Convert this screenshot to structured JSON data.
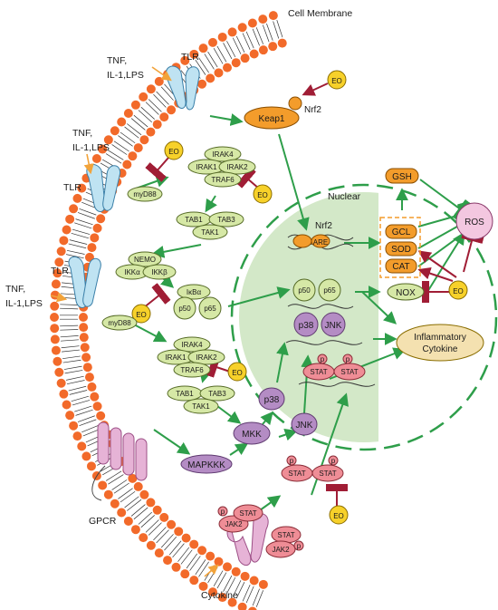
{
  "labels": {
    "cell_membrane": "Cell Membrane",
    "nuclear": "Nuclear",
    "gpcr": "GPCR",
    "cytokine_bottom": "Cytokine",
    "ligand_tnf": "TNF,",
    "ligand_il": "IL-1,LPS",
    "tlr": "TLR",
    "myd88": "myD88",
    "eo": "EO",
    "keap1": "Keap1",
    "nrf2": "Nrf2",
    "are": "ARE",
    "irak4": "IRAK4",
    "irak1": "IRAK1",
    "irak2": "IRAK2",
    "traf6": "TRAF6",
    "tab1": "TAB1",
    "tab3": "TAB3",
    "tak1": "TAK1",
    "nemo": "NEMO",
    "ikka": "IKKα",
    "ikkb": "IKKβ",
    "ikba": "IκBα",
    "p50": "p50",
    "p65": "p65",
    "gsh": "GSH",
    "gcl": "GCL",
    "sod": "SOD",
    "cat": "CAT",
    "nox": "NOX",
    "ros": "ROS",
    "p38": "p38",
    "jnk": "JNK",
    "mkk": "MKK",
    "mapkkk": "MAPKKK",
    "stat": "STAT",
    "jak2": "JAK2",
    "p": "p",
    "inflammatory_line1": "Inflammatory",
    "inflammatory_line2": "Cytokine"
  },
  "colors": {
    "membrane_head": "#f26a2a",
    "arrow_green": "#2e9e4a",
    "inhibit_red": "#a01d35",
    "ligand_arrow": "#f2a33a",
    "eo_yellow": "#f7d12a",
    "orange_protein": "#f39c2b",
    "green_protein": "#d6e8a6",
    "purple_protein": "#b48cc4",
    "pink_protein": "#ef8d96",
    "tlr_blue": "#bfe3f2",
    "gpcr_pink": "#e6b3d6",
    "nucleus_fill": "#d3e8c8",
    "ros_fill": "#f3c7e0",
    "cytokine_fill": "#f4e1b0"
  }
}
